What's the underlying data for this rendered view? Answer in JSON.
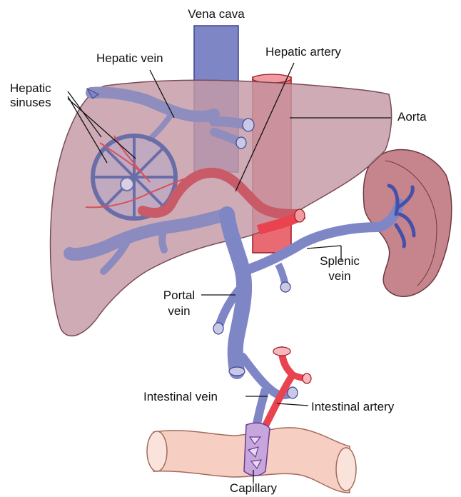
{
  "labels": {
    "vena_cava": "Vena cava",
    "hepatic_vein": "Hepatic vein",
    "hepatic_artery": "Hepatic artery",
    "hepatic_sinuses_line1": "Hepatic",
    "hepatic_sinuses_line2": "sinuses",
    "aorta": "Aorta",
    "splenic_vein_line1": "Splenic",
    "splenic_vein_line2": "vein",
    "portal_vein_line1": "Portal",
    "portal_vein_line2": "vein",
    "intestinal_vein": "Intestinal vein",
    "intestinal_artery": "Intestinal artery",
    "capillary": "Capillary"
  },
  "colors": {
    "vein": "#7f86c6",
    "vein_stroke": "#3c4390",
    "artery": "#e8434f",
    "artery_stroke": "#9a1a24",
    "liver": "#c59aa5",
    "spleen": "#c6858d",
    "intestine": "#f6cfc2",
    "capillary": "#b79ad3"
  }
}
